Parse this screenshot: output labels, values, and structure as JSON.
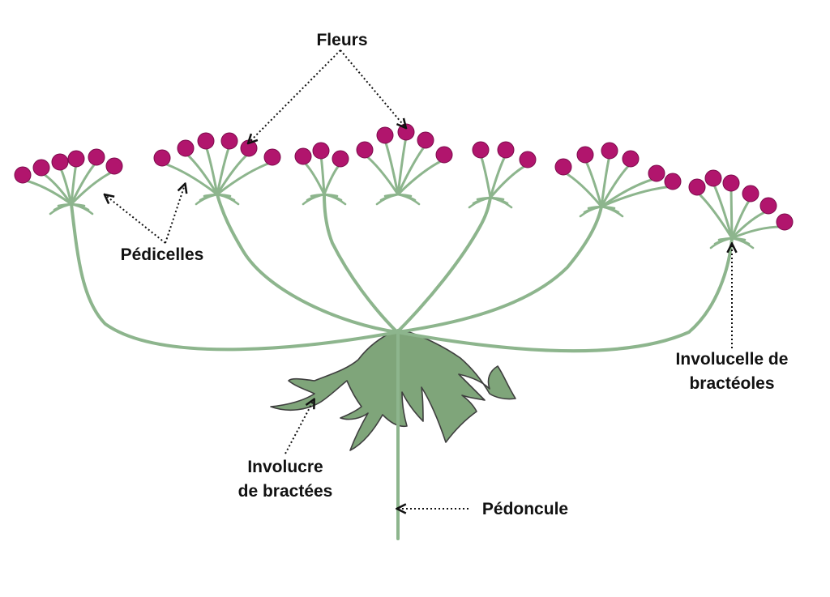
{
  "colors": {
    "stem": "#8db58d",
    "bract_fill": "#7fa57a",
    "bract_outline": "#3f3f3f",
    "flower": "#b1156d",
    "flower_outline": "#7c0b4c",
    "label": "#111111",
    "arrow": "#111111",
    "background": "#ffffff"
  },
  "labels": {
    "fleurs": "Fleurs",
    "pedicelles": "Pédicelles",
    "involucelle_line1": "Involucelle de",
    "involucelle_line2": "bractéoles",
    "involucre_line1": "Involucre",
    "involucre_line2": "de bractées",
    "pedoncule": "Pédoncule"
  },
  "icons": {
    "flower": "magenta-dot-icon",
    "arrow": "dotted-arrow-icon"
  },
  "diagram": {
    "umbellets": 7,
    "flowers_per_umbellet": [
      6,
      6,
      3,
      5,
      3,
      6,
      6
    ]
  }
}
